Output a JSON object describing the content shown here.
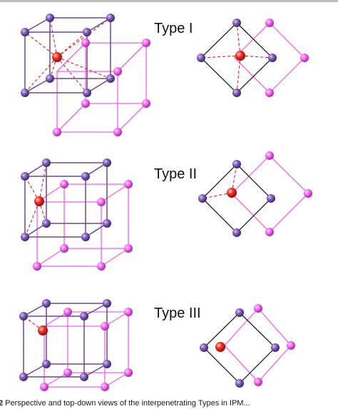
{
  "figure": {
    "type_labels": [
      "Type I",
      "Type II",
      "Type III"
    ],
    "caption": {
      "lead": "2",
      "text": " Perspective and top-down views of the interpenetrating Types in IPM",
      "tail": "..."
    }
  },
  "colors": {
    "purple_frame": "#6a4a8e",
    "pink_frame": "#f060f0",
    "top_view_black": "#222222",
    "red_dash": "#e02020",
    "purple_ball": "#7650b0",
    "pink_ball": "#f070f0",
    "red_ball": "#e82020"
  }
}
